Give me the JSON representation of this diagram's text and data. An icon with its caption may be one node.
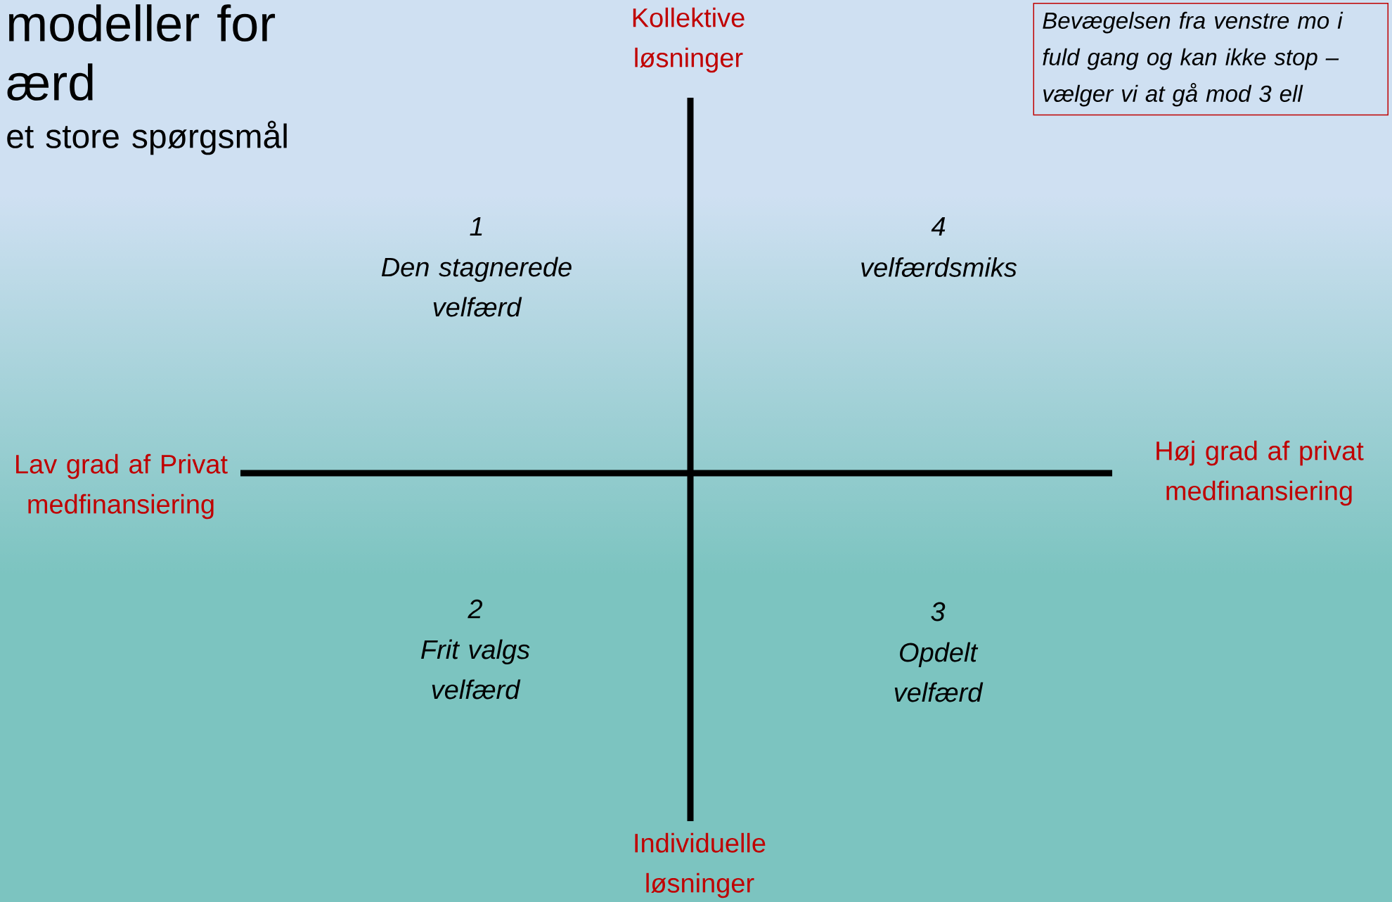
{
  "diagram": {
    "title": "modeller for ærd",
    "nodes": [
      {
        "text": [
          "Bevægelsen fra venstre mo i fuld gang og kan ikke stop – vælger vi at gå mod 3 ell"
        ]
      }
    ],
    "labels": [
      "et store spørgsmål",
      "Kollektive løsninger",
      "Lav grad af Privat medfinansiering",
      "Høj grad af privat medfinansiering",
      "Individuelle løsninger",
      "1",
      "Den stagnerede velfærd",
      "4",
      "velfærdsmiks",
      "2",
      "Frit valgs velfærd",
      "3",
      "Opdelt velfærd"
    ]
  }
}
